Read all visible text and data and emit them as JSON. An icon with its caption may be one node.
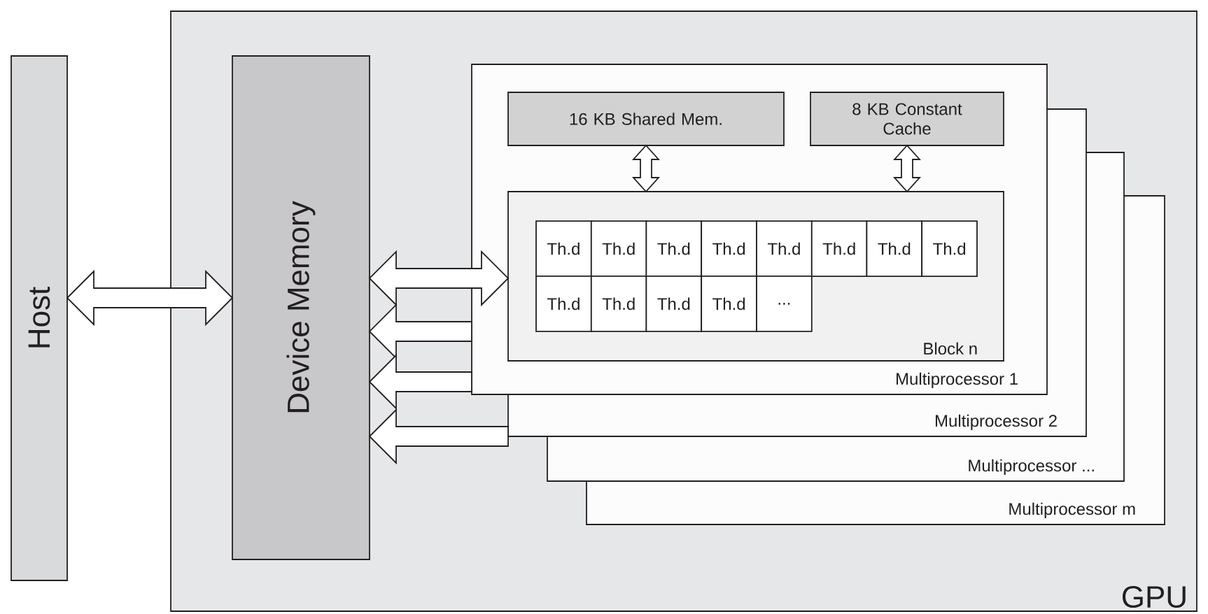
{
  "diagram": {
    "nodes": [
      {
        "text": [
          "Host"
        ]
      },
      {
        "text": [
          "GPU"
        ]
      },
      {
        "text": [
          "Device Memory"
        ],
        "in": 1
      },
      {
        "text": [
          "Multiprocessor 1"
        ],
        "in": 1
      },
      {
        "text": [
          "16 KB Shared Mem."
        ],
        "in": 3
      },
      {
        "text": [
          "8 KB Constant Cache"
        ],
        "in": 3
      },
      {
        "text": [
          "Block n"
        ],
        "in": 3
      },
      {
        "text": [
          "Th.d"
        ],
        "in": 6
      },
      {
        "text": [
          "Th.d"
        ],
        "in": 6
      },
      {
        "text": [
          "Th.d"
        ],
        "in": 6
      },
      {
        "text": [
          "Th.d"
        ],
        "in": 6
      },
      {
        "text": [
          "Th.d"
        ],
        "in": 6
      },
      {
        "text": [
          "Th.d"
        ],
        "in": 6
      },
      {
        "text": [
          "Th.d"
        ],
        "in": 6
      },
      {
        "text": [
          "Th.d"
        ],
        "in": 6
      },
      {
        "text": [
          "Th.d"
        ],
        "in": 6
      },
      {
        "text": [
          "Th.d"
        ],
        "in": 6
      },
      {
        "text": [
          "Th.d"
        ],
        "in": 6
      },
      {
        "text": [
          "Th.d"
        ],
        "in": 6
      },
      {
        "text": [
          "..."
        ],
        "in": 6
      },
      {
        "text": [
          "Multiprocessor 2"
        ],
        "in": 1
      },
      {
        "text": [
          "Multiprocessor ..."
        ],
        "in": 1
      },
      {
        "text": [
          "Multiprocessor m"
        ],
        "in": 1
      }
    ],
    "edges": [
      {
        "from": 0,
        "to": 2,
        "arrow": "both"
      },
      {
        "from": 2,
        "to": 6,
        "arrow": "both"
      },
      {
        "from": 20,
        "to": 2,
        "arrow": "to"
      },
      {
        "from": 21,
        "to": 2,
        "arrow": "to"
      },
      {
        "from": 22,
        "to": 2,
        "arrow": "to"
      },
      {
        "from": 4,
        "to": 6,
        "arrow": "both"
      },
      {
        "from": 5,
        "to": 6,
        "arrow": "both"
      }
    ]
  }
}
